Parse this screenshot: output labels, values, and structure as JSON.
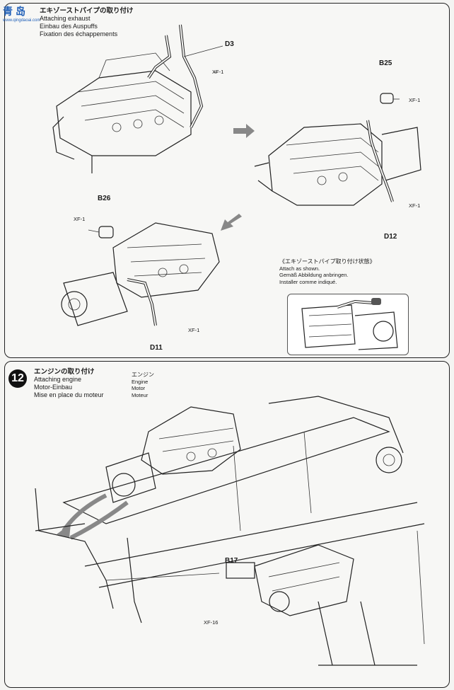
{
  "logo": {
    "mark": "青岛",
    "site": "www.qingdaoai.com"
  },
  "step11": {
    "title_jp": "エキゾーストパイプの取り付け",
    "title_en": "Attaching exhaust",
    "title_de": "Einbau des Auspuffs",
    "title_fr": "Fixation des échappements",
    "parts": {
      "d3": "D3",
      "b25": "B25",
      "b26": "B26",
      "d12": "D12",
      "d11": "D11"
    },
    "screw": "XF-1",
    "note": {
      "jp": "《エキゾーストパイプ取り付け状態》",
      "en": "Attach as shown.",
      "de": "Gemäß Abbildung anbringen.",
      "fr": "Installer comme indiqué."
    }
  },
  "step12": {
    "number": "12",
    "title_jp": "エンジンの取り付け",
    "title_en": "Attaching engine",
    "title_de": "Motor-Einbau",
    "title_fr": "Mise en place du moteur",
    "engine_label": {
      "jp": "エンジン",
      "en": "Engine",
      "de": "Motor",
      "fr": "Moteur"
    },
    "parts": {
      "b17": "B17"
    },
    "screw": "XF-16"
  }
}
